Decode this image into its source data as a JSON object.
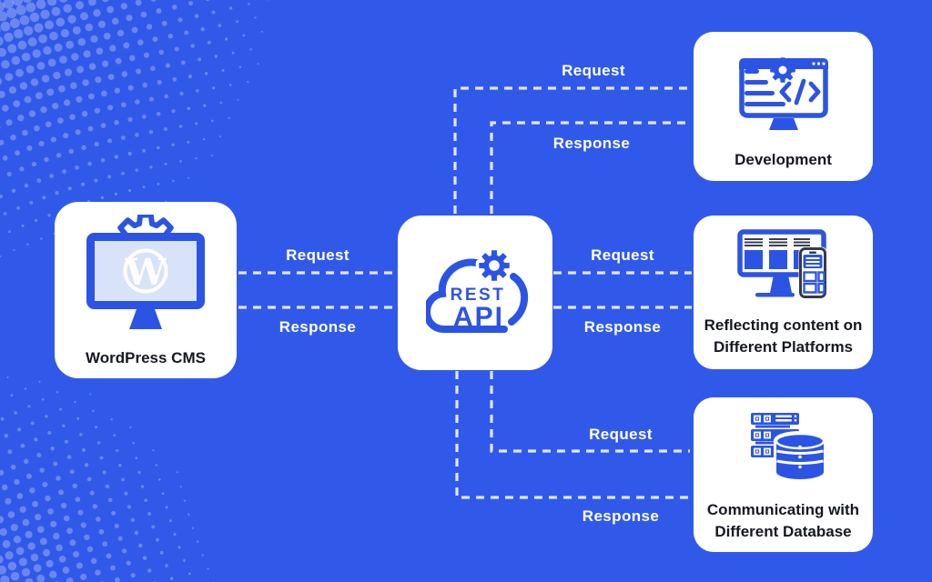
{
  "background": {
    "color": "#3159E9",
    "halftone_dot_color": "rgba(255,255,255,0.28)"
  },
  "accent_blue": "#2C54E4",
  "nodes": {
    "wordpress": {
      "label": "WordPress CMS",
      "icon": "wordpress-monitor"
    },
    "api": {
      "line1": "REST",
      "line2": "API",
      "icon": "cloud-gear"
    },
    "development": {
      "label": "Development",
      "icon": "code-monitor"
    },
    "platforms": {
      "label_line1": "Reflecting content on",
      "label_line2": "Different Platforms",
      "icon": "responsive-devices"
    },
    "database": {
      "label_line1": "Communicating with",
      "label_line2": "Different Database",
      "icon": "server-database"
    }
  },
  "connections": {
    "wp_api": {
      "request": "Request",
      "response": "Response"
    },
    "api_dev": {
      "request": "Request",
      "response": "Response"
    },
    "api_platforms": {
      "request": "Request",
      "response": "Response"
    },
    "api_db": {
      "request": "Request",
      "response": "Response"
    }
  }
}
